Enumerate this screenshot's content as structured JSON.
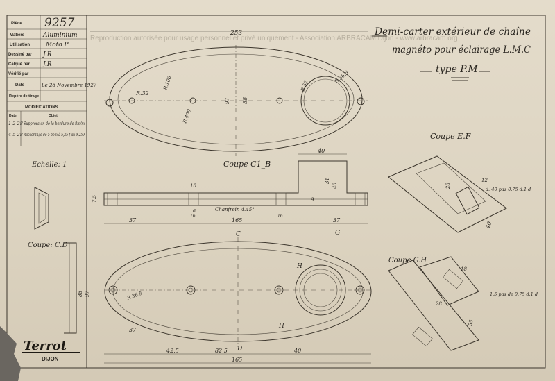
{
  "watermark": "Reproduction autorisée pour usage personnel et privé uniquement - Association ARBRACAM Dijon - www.arbracam.org",
  "title_block": {
    "piece_label": "Pièce",
    "piece_value": "9257",
    "material_label": "Matière",
    "material_value": "Aluminium",
    "usage_label": "Utilisation",
    "usage_value": "Moto P",
    "drawn_label": "Dessiné par",
    "drawn_value": "J.R",
    "traced_label": "Calqué par",
    "traced_value": "J.R",
    "checked_label": "Vérifié par",
    "checked_value": "",
    "date_label": "Date",
    "date_value": "Le 28 Novembre 1927",
    "mark_label": "Repère de tirage",
    "mark_value": "",
    "mods_title": "MODIFICATIONS",
    "mods_col_date": "Date",
    "mods_col_obj": "Objet",
    "mods": [
      {
        "date": "1-2-28",
        "obj": "Suppression de la bordure de 8m/m"
      },
      {
        "date": "4-5-28",
        "obj": "Raccordage de 5 bom à 5,25 f au 9,259"
      }
    ]
  },
  "heading": {
    "line1": "Demi-carter extérieur de chaîne",
    "line2": "magnéto pour éclairage L.M.C",
    "line3": "type P.M"
  },
  "labels": {
    "scale": "Echelle: 1",
    "section_ab": "Coupe C1_B",
    "section_ef": "Coupe E.F",
    "section_cd": "Coupe: C.D",
    "section_gh": "Coupe G.H",
    "chamfer": "Chanfrein 4.45°",
    "letter_c": "C",
    "letter_d": "D",
    "letter_g": "G",
    "letter_h1": "H",
    "letter_h2": "H",
    "thread_ef": "d: 40 pas 0.75 d.1 d",
    "thread_gh": "1.5 pas de 0.75 d.1 d",
    "brand": "Terrot",
    "city": "DIJON"
  },
  "dims": {
    "top_len": "253",
    "r_left": "R.32",
    "r_100a": "R.100",
    "r_400": "R.400",
    "d_97": "97",
    "d_88": "88",
    "r_right": "R.36.5",
    "r_52": "R.52",
    "sec_40": "40",
    "sec_31": "31",
    "sec_40b": "40",
    "sec_9": "9",
    "sec_10": "10",
    "sec_7": "7.5",
    "sec_37a": "37",
    "sec_165": "165",
    "sec_37b": "37",
    "sec_6": "6",
    "sec_16": "16",
    "sec_16b": "16",
    "ef_28": "28",
    "ef_40": "40",
    "ef_12": "12",
    "bot_165": "165",
    "bot_425": "42,5",
    "bot_825": "82,5",
    "bot_40": "40",
    "bot_37": "37",
    "bot_97": "97",
    "bot_88": "88",
    "bot_r365": "R.36.5",
    "gh_28": "28",
    "gh_55": "55",
    "gh_18": "18"
  }
}
